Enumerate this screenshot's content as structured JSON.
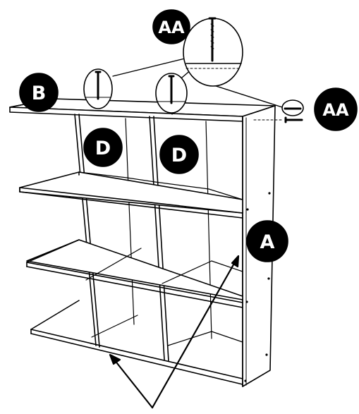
{
  "labels": {
    "top_screw": "AA",
    "side_screw": "AA",
    "top_panel": "B",
    "divider_left": "D",
    "divider_right": "D",
    "side_panel": "A"
  },
  "colors": {
    "ink": "#000000",
    "paper": "#ffffff",
    "badge_text": "#ffffff"
  },
  "icons": {
    "screw": "screw-icon",
    "arrow": "arrow-icon"
  }
}
